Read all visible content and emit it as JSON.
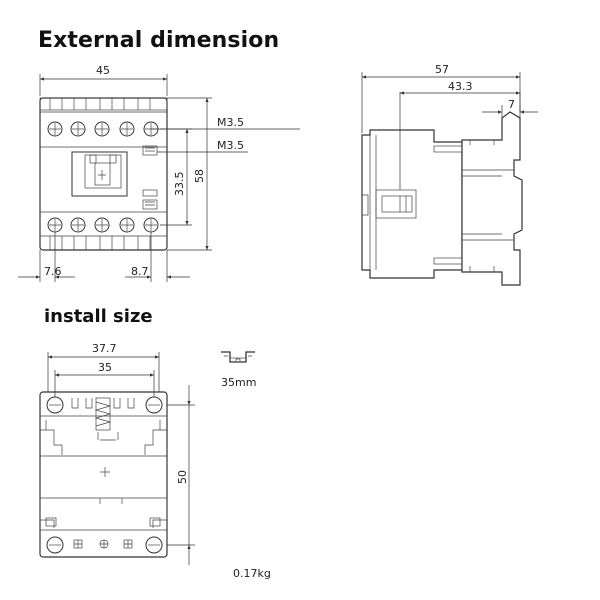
{
  "titles": {
    "external": "External dimension",
    "install": "install size"
  },
  "dimensions": {
    "width_45": "45",
    "depth_57": "57",
    "depth_43_3": "43.3",
    "depth_7": "7",
    "height_58": "58",
    "spacing_33_5": "33.5",
    "screw_m35_top": "M3.5",
    "screw_m35_mid": "M3.5",
    "offset_7_6": "7.6",
    "offset_8_7": "8.7",
    "install_37_7": "37.7",
    "install_35": "35",
    "install_50": "50",
    "rail_35mm": "35mm"
  },
  "weight": "0.17kg"
}
